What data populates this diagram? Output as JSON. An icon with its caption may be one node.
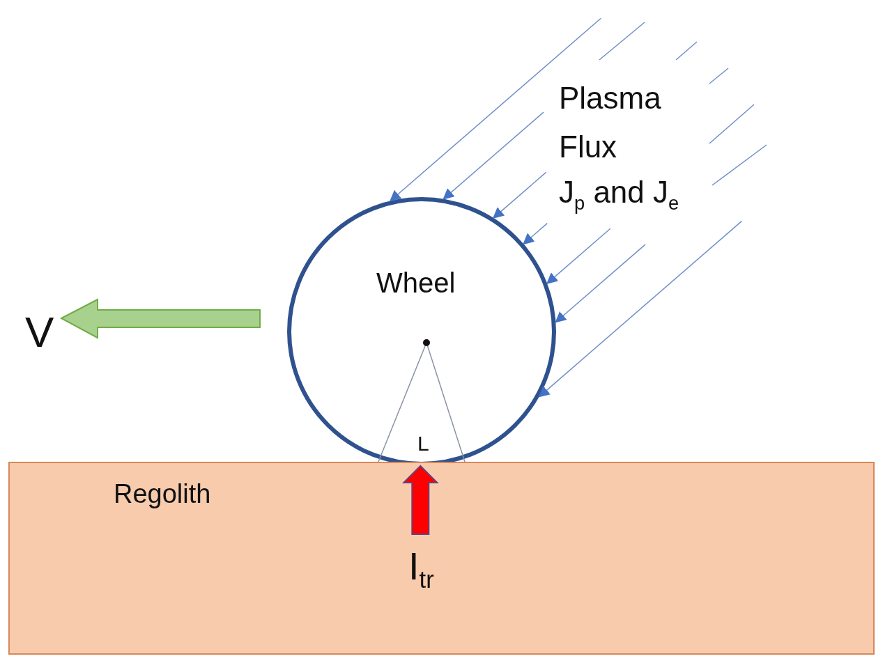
{
  "diagram": {
    "nodes": [
      {
        "text": [
          "Wheel"
        ]
      },
      {
        "text": [
          "Regolith"
        ]
      }
    ],
    "edges": [
      {
        "from": null,
        "to": 0,
        "arrow": "to"
      },
      {
        "from": null,
        "to": 0,
        "arrow": "to"
      },
      {
        "from": null,
        "to": 0,
        "arrow": "to"
      },
      {
        "from": null,
        "to": 0,
        "arrow": "to"
      },
      {
        "from": null,
        "to": 0,
        "arrow": "to"
      },
      {
        "from": null,
        "to": 0,
        "arrow": "to"
      },
      {
        "from": null,
        "to": 0,
        "arrow": "to"
      },
      {
        "from": 1,
        "to": 0,
        "arrow": "to",
        "style": "thick",
        "color": "#ff0000"
      }
    ],
    "labels": [
      "Plasma Flux",
      "J$_{p}$ and J$_{e}$",
      "V",
      "L",
      "I$_{tr}$"
    ]
  }
}
